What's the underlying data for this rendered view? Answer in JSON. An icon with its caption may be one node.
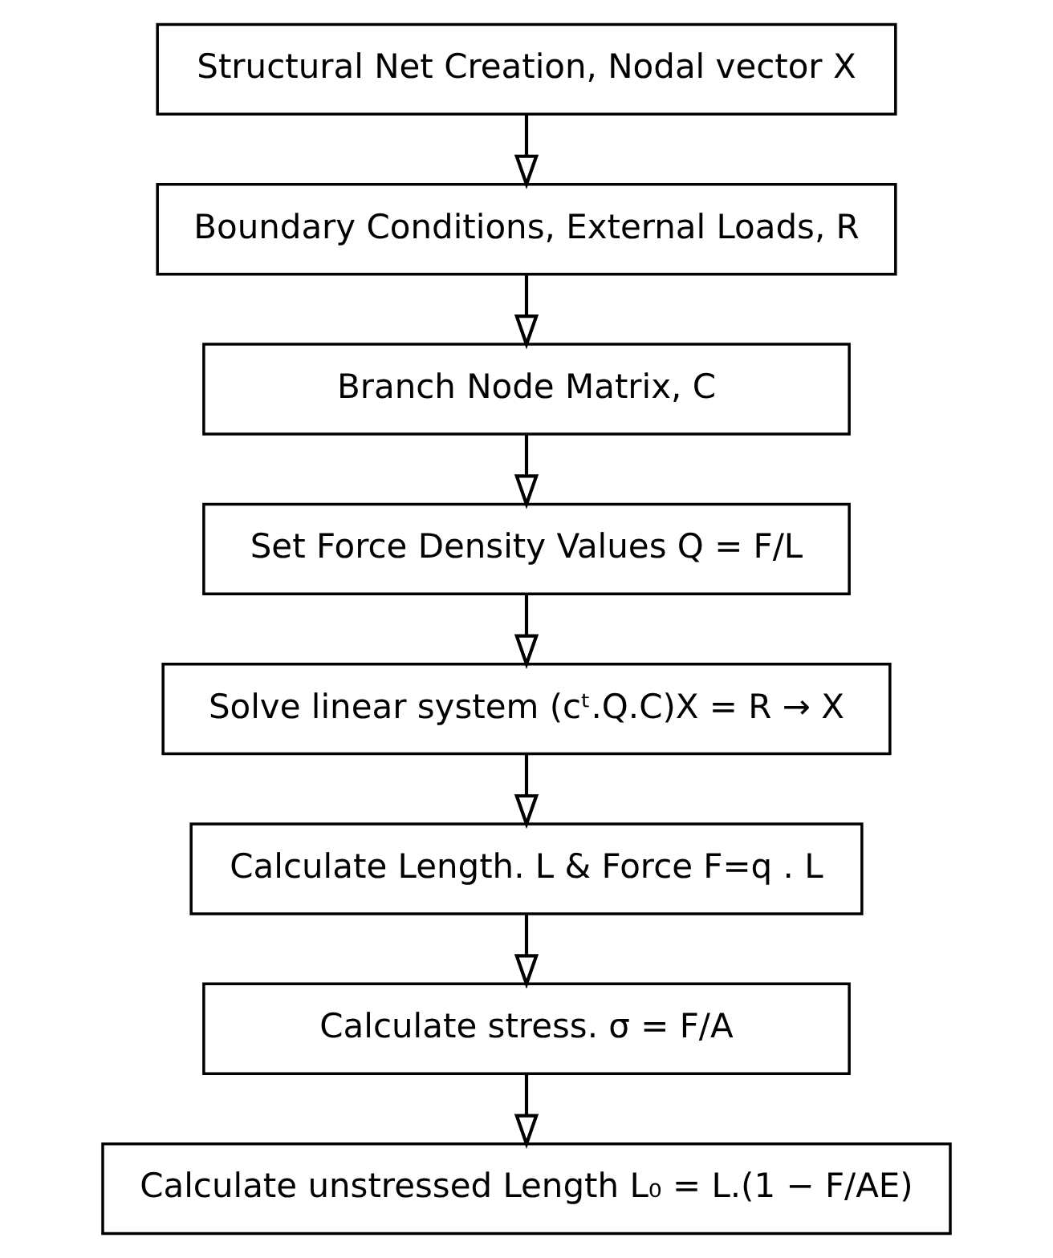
{
  "diagram": {
    "nodes": [
      {
        "text": [
          "Structural Net Creation, Nodal vector X"
        ]
      },
      {
        "text": [
          "Boundary Conditions, External Loads, R"
        ]
      },
      {
        "text": [
          "Branch Node Matrix, C"
        ]
      },
      {
        "text": [
          "Set Force Density Values Q = F/L"
        ]
      },
      {
        "text": [
          "Solve linear system (cᵗ.Q.C)X = R → X"
        ]
      },
      {
        "text": [
          "Calculate Length. L & Force F=q . L"
        ]
      },
      {
        "text": [
          "Calculate stress. σ = F/A"
        ]
      },
      {
        "text": [
          "Calculate unstressed Length L₀ = L.(1 − F/AE)"
        ]
      }
    ],
    "edges": [
      {
        "from": 0,
        "to": 1,
        "arrow": "to"
      },
      {
        "from": 1,
        "to": 2,
        "arrow": "to"
      },
      {
        "from": 2,
        "to": 3,
        "arrow": "to"
      },
      {
        "from": 3,
        "to": 4,
        "arrow": "to"
      },
      {
        "from": 4,
        "to": 5,
        "arrow": "to"
      },
      {
        "from": 5,
        "to": 6,
        "arrow": "to"
      },
      {
        "from": 6,
        "to": 7,
        "arrow": "to"
      }
    ]
  }
}
